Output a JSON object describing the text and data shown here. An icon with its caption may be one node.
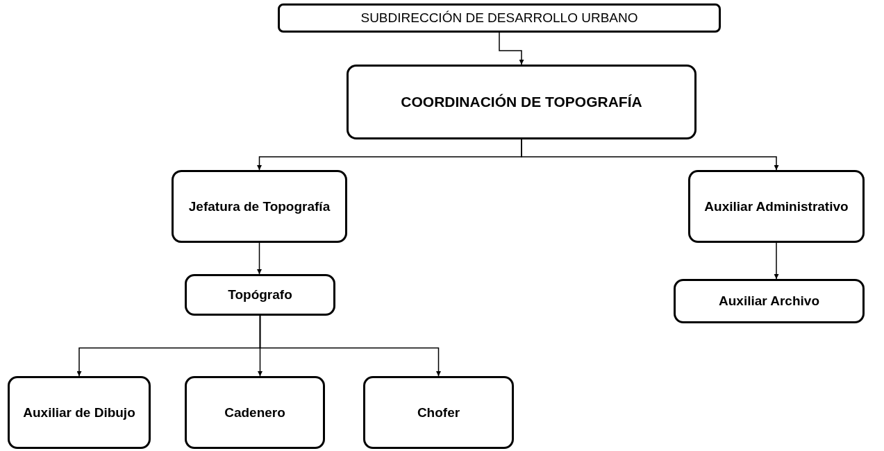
{
  "diagram": {
    "nodes": [
      {
        "text": [
          "SUBDIRECCIÓN DE DESARROLLO URBANO"
        ]
      },
      {
        "text": [
          "COORDINACIÓN DE TOPOGRAFÍA"
        ]
      },
      {
        "text": [
          "Jefatura de Topografía"
        ]
      },
      {
        "text": [
          "Auxiliar Administrativo"
        ]
      },
      {
        "text": [
          "Topógrafo"
        ]
      },
      {
        "text": [
          "Auxiliar Archivo"
        ]
      },
      {
        "text": [
          "Auxiliar de Dibujo"
        ]
      },
      {
        "text": [
          "Cadenero"
        ]
      },
      {
        "text": [
          "Chofer"
        ]
      }
    ],
    "edges": [
      {
        "from": 0,
        "to": 1,
        "arrow": "to"
      },
      {
        "from": 1,
        "to": 2,
        "arrow": "to"
      },
      {
        "from": 1,
        "to": 3,
        "arrow": "to"
      },
      {
        "from": 2,
        "to": 4,
        "arrow": "to"
      },
      {
        "from": 3,
        "to": 5,
        "arrow": "to"
      },
      {
        "from": 4,
        "to": 6,
        "arrow": "to"
      },
      {
        "from": 4,
        "to": 7,
        "arrow": "to"
      },
      {
        "from": 4,
        "to": 8,
        "arrow": "to"
      }
    ]
  }
}
